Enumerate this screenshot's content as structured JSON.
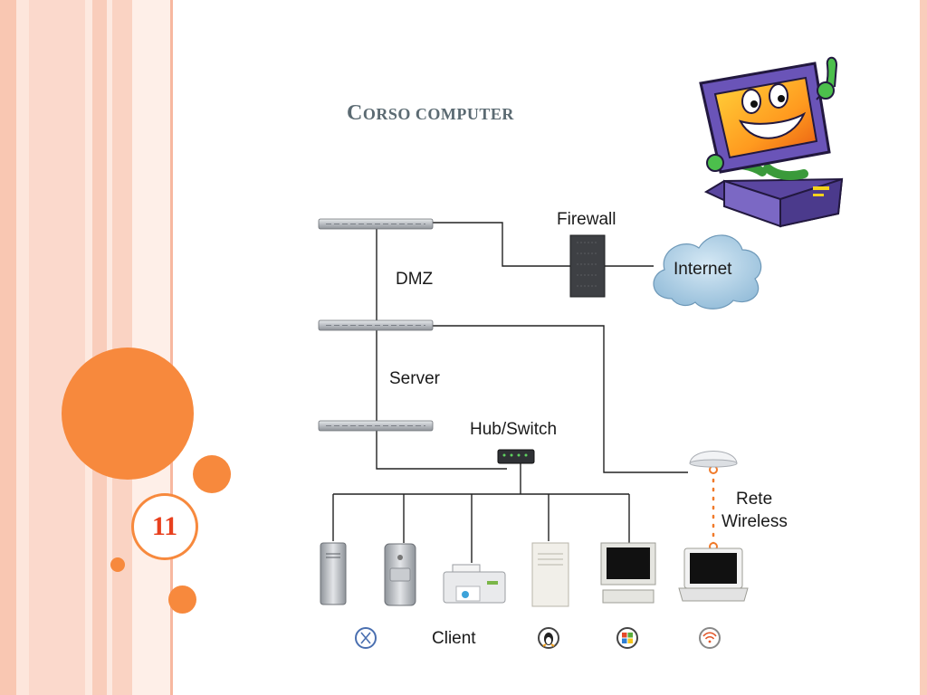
{
  "slide": {
    "title_first": "C",
    "title_rest": "ORSO COMPUTER",
    "page_number": "11"
  },
  "diagram": {
    "firewall_label": "Firewall",
    "internet_label": "Internet",
    "dmz_label": "DMZ",
    "server_label": "Server",
    "hub_label": "Hub/Switch",
    "wireless_label_line1": "Rete",
    "wireless_label_line2": "Wireless",
    "client_label": "Client"
  },
  "colors": {
    "accent_orange": "#f7893d",
    "stripe_pink": "#f9c9b6",
    "page_number_red": "#e8401e",
    "title_gray": "#5b6a72",
    "wireless_link": "#f07a2a"
  }
}
